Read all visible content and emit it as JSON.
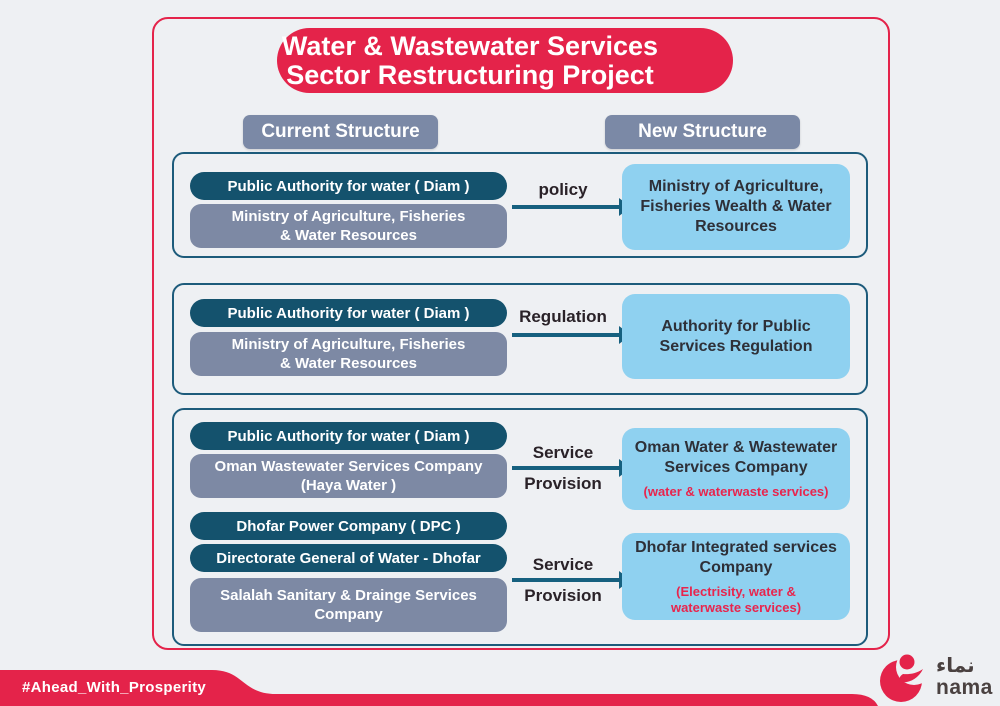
{
  "colors": {
    "accent_red": "#e4234a",
    "teal_pill": "#14526d",
    "slate_pill": "#7d89a4",
    "light_blue_box": "#8fd1f0",
    "section_border": "#1d5b7b",
    "arrow": "#16607f"
  },
  "title": {
    "line1": "Water & Wastewater Services",
    "line2": "Sector Restructuring Project"
  },
  "columns": {
    "current": "Current Structure",
    "new": "New Structure"
  },
  "sections": [
    {
      "entities": [
        {
          "type": "authority",
          "lines": [
            "Public Authority for water ( Diam )"
          ]
        },
        {
          "type": "ministry",
          "lines": [
            "Ministry of Agriculture, Fisheries",
            "& Water Resources"
          ]
        }
      ],
      "flows": [
        {
          "labels": [
            "policy"
          ]
        }
      ],
      "results": [
        {
          "title_lines": [
            "Ministry of Agriculture,",
            "Fisheries Wealth & Water",
            "Resources"
          ],
          "subtitle_lines": []
        }
      ]
    },
    {
      "entities": [
        {
          "type": "authority",
          "lines": [
            "Public Authority for water ( Diam )"
          ]
        },
        {
          "type": "ministry",
          "lines": [
            "Ministry of Agriculture, Fisheries",
            "& Water Resources"
          ]
        }
      ],
      "flows": [
        {
          "labels": [
            "Regulation"
          ]
        }
      ],
      "results": [
        {
          "title_lines": [
            "Authority for Public",
            "Services Regulation"
          ],
          "subtitle_lines": []
        }
      ]
    },
    {
      "entities": [
        {
          "type": "authority",
          "lines": [
            "Public Authority for water ( Diam )"
          ]
        },
        {
          "type": "company",
          "lines": [
            "Oman Wastewater Services Company",
            "(Haya Water )"
          ]
        },
        {
          "type": "authority",
          "lines": [
            "Dhofar Power Company  ( DPC )"
          ]
        },
        {
          "type": "authority",
          "lines": [
            "Directorate General of  Water - Dhofar"
          ]
        },
        {
          "type": "company",
          "lines": [
            "Salalah Sanitary & Drainge Services",
            "Company"
          ]
        }
      ],
      "flows": [
        {
          "labels": [
            "Service",
            "Provision"
          ]
        },
        {
          "labels": [
            "Service",
            "Provision"
          ]
        }
      ],
      "results": [
        {
          "title_lines": [
            "Oman Water & Wastewater",
            "Services Company"
          ],
          "subtitle_lines": [
            "(water & waterwaste services)"
          ]
        },
        {
          "title_lines": [
            "Dhofar Integrated services",
            "Company"
          ],
          "subtitle_lines": [
            "(Electrisity, water &",
            "waterwaste services)"
          ]
        }
      ]
    }
  ],
  "footer": {
    "hashtag": "#Ahead_With_Prosperity",
    "logo_arabic": "نماء",
    "logo_latin": "nama"
  }
}
